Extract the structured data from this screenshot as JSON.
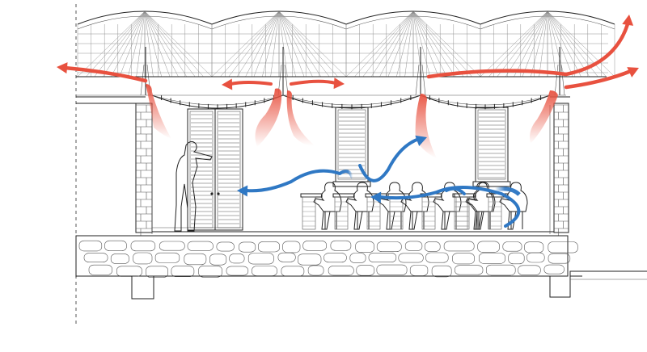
{
  "diagram": {
    "colors": {
      "warm_air": "#e8513f",
      "cool_air": "#2f78c4",
      "line": "#222222",
      "background": "#ffffff"
    },
    "roof_modules": 4,
    "wall_piers": 2,
    "louvered_windows": 3
  }
}
